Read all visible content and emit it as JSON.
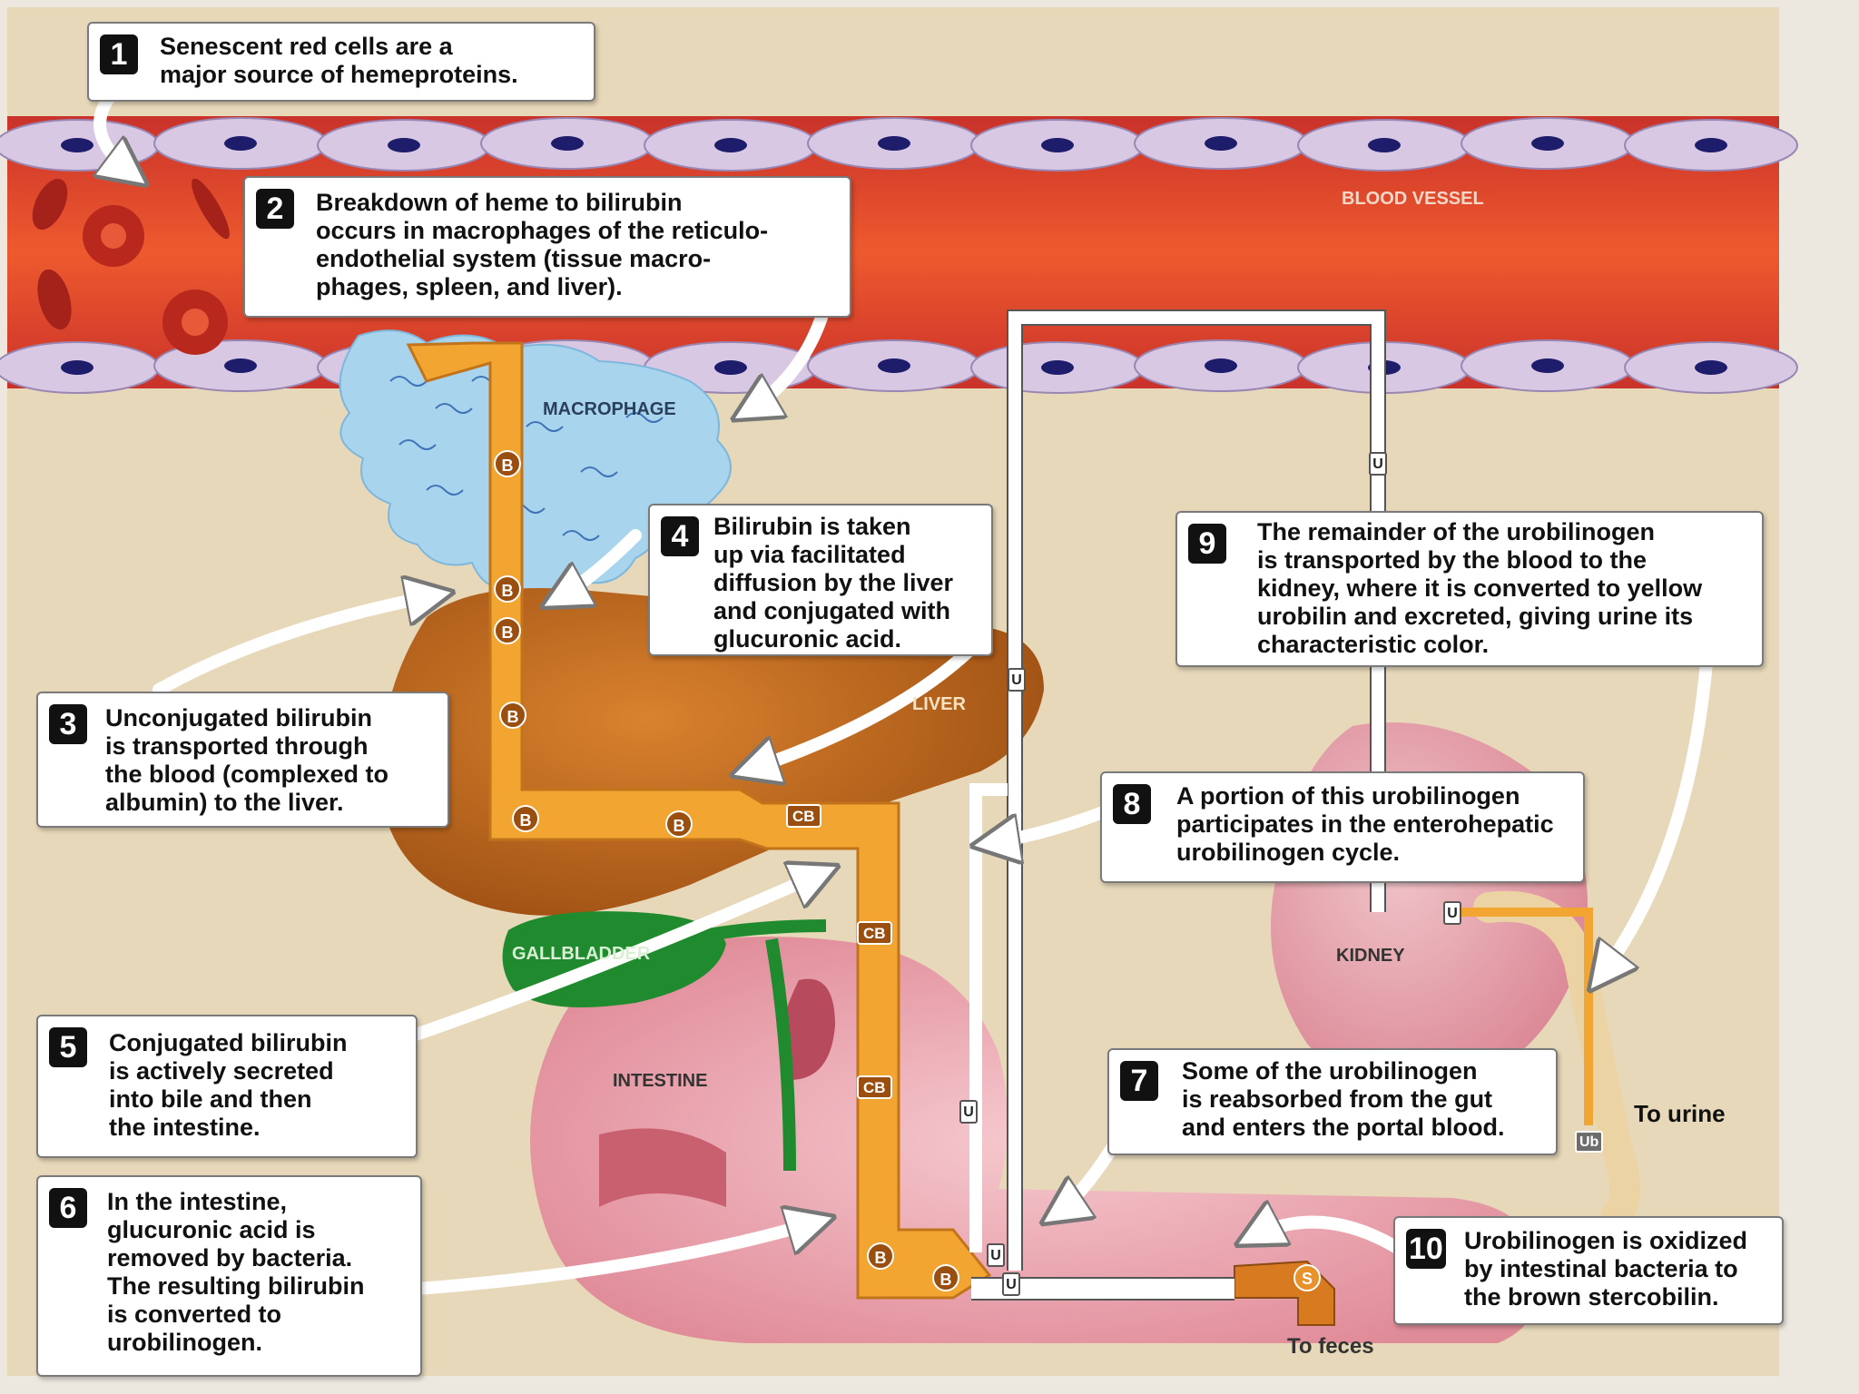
{
  "labels": {
    "blood_vessel": "BLOOD VESSEL",
    "macrophage": "MACROPHAGE",
    "liver": "LIVER",
    "gallbladder": "GALLBLADDER",
    "intestine": "INTESTINE",
    "kidney": "KIDNEY",
    "to_urine": "To urine",
    "to_feces": "To feces"
  },
  "steps": [
    {
      "num": "1",
      "text": "Senescent red cells are a\nmajor source of hemeproteins."
    },
    {
      "num": "2",
      "text": "Breakdown of heme to bilirubin\noccurs in macrophages of the reticulo-\nendothelial system (tissue macro-\nphages, spleen, and liver)."
    },
    {
      "num": "3",
      "text": "Unconjugated bilirubin\nis transported through\nthe blood (complexed to\nalbumin) to the liver."
    },
    {
      "num": "4",
      "text": "Bilirubin is taken\nup via facilitated\ndiffusion by the liver\nand conjugated with\nglucuronic acid."
    },
    {
      "num": "5",
      "text": "Conjugated bilirubin\nis actively secreted\ninto bile and then\nthe intestine."
    },
    {
      "num": "6",
      "text": "In the intestine,\nglucuronic acid is\nremoved by bacteria.\nThe resulting bilirubin\nis converted to\nurobilinogen."
    },
    {
      "num": "7",
      "text": "Some of the urobilinogen\nis reabsorbed from the gut\nand enters the portal blood."
    },
    {
      "num": "8",
      "text": "A portion of this urobilinogen\nparticipates in the enterohepatic\nurobilinogen cycle."
    },
    {
      "num": "9",
      "text": "The remainder of the urobilinogen\nis transported by the blood to the\nkidney, where it is converted to yellow\nurobilin and excreted, giving urine its\ncharacteristic color."
    },
    {
      "num": "10",
      "text": "Urobilinogen is oxidized\nby intestinal bacteria to\nthe brown stercobilin."
    }
  ],
  "tokens": {
    "b": "B",
    "cb": "CB",
    "u": "U",
    "s": "S",
    "ub": "Ub"
  },
  "colors": {
    "background": "#ece8df",
    "blood": "#e0442a",
    "bile_pathway": "#f2a531",
    "liver": "#c86a1c",
    "gallbladder": "#1f8a2e",
    "macrophage": "#a9d4ee",
    "kidney": "#e7a1ad"
  }
}
